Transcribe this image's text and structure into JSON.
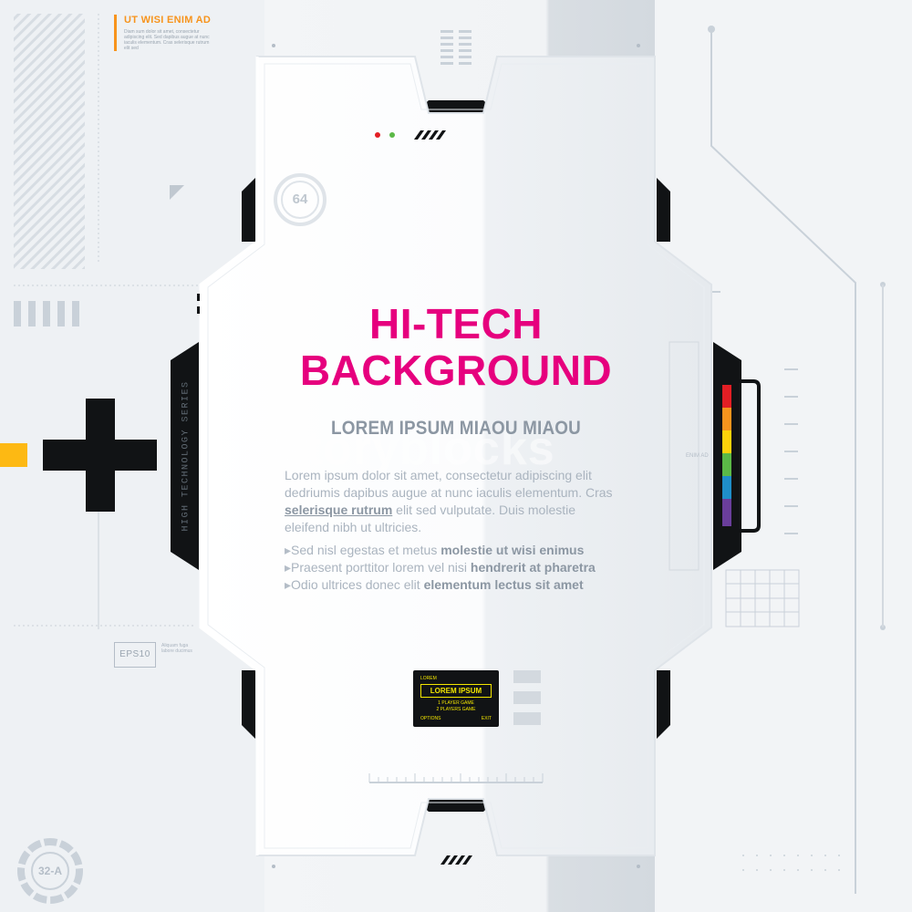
{
  "top_left_note": {
    "title": "UT WISI ENIM AD",
    "body": "Diam sum dolor sit amet, consectetur adipiscing elit. Sed dapibus augue at nunc iaculis elementum. Cras selerisque rutrum elit sed"
  },
  "badge_top": "64",
  "badge_bottom": "32-A",
  "title_line1": "HI-TECH",
  "title_line2": "BACKGROUND",
  "subtitle": "LOREM IPSUM MIAOU MIAOU",
  "paragraph": {
    "part1": "Lorem ipsum dolor sit amet, consectetur adipiscing elit dedriumis dapibus augue at nunc iaculis elementum. Cras ",
    "link": "selerisque rutrum",
    "part2": " elit sed vulputate. Duis molestie eleifend nibh ut ultricies."
  },
  "bullets": [
    {
      "text": "Sed nisl egestas et metus ",
      "bold": "molestie ut wisi enimus"
    },
    {
      "text": "Praesent porttitor lorem vel nisi ",
      "bold": "hendrerit at pharetra"
    },
    {
      "text": "Odio ultrices donec elit ",
      "bold": "elementum lectus sit amet"
    }
  ],
  "series_label": "HIGH TECHNOLOGY SERIES",
  "screen": {
    "top_label": "LOREM",
    "button": "LOREM IPSUM",
    "option1": "1 PLAYER GAME",
    "option2": "2 PLAYERS GAME",
    "left_action": "OPTIONS",
    "right_action": "EXIT"
  },
  "eps_label": "EPS10",
  "eps_note": "Aliquam fuga labore ducimus",
  "right_note": "ENIM AD",
  "watermark": "Storyblocks",
  "colors": {
    "accent": "#e6007e",
    "orange": "#f7941d",
    "yellow": "#fdb913",
    "black": "#111315",
    "panel": "#ffffff",
    "line": "#c9d1d9",
    "rainbow": [
      "#e31e24",
      "#f7941d",
      "#fdd20a",
      "#5bb947",
      "#1f8ec9",
      "#6a3e9b"
    ]
  }
}
